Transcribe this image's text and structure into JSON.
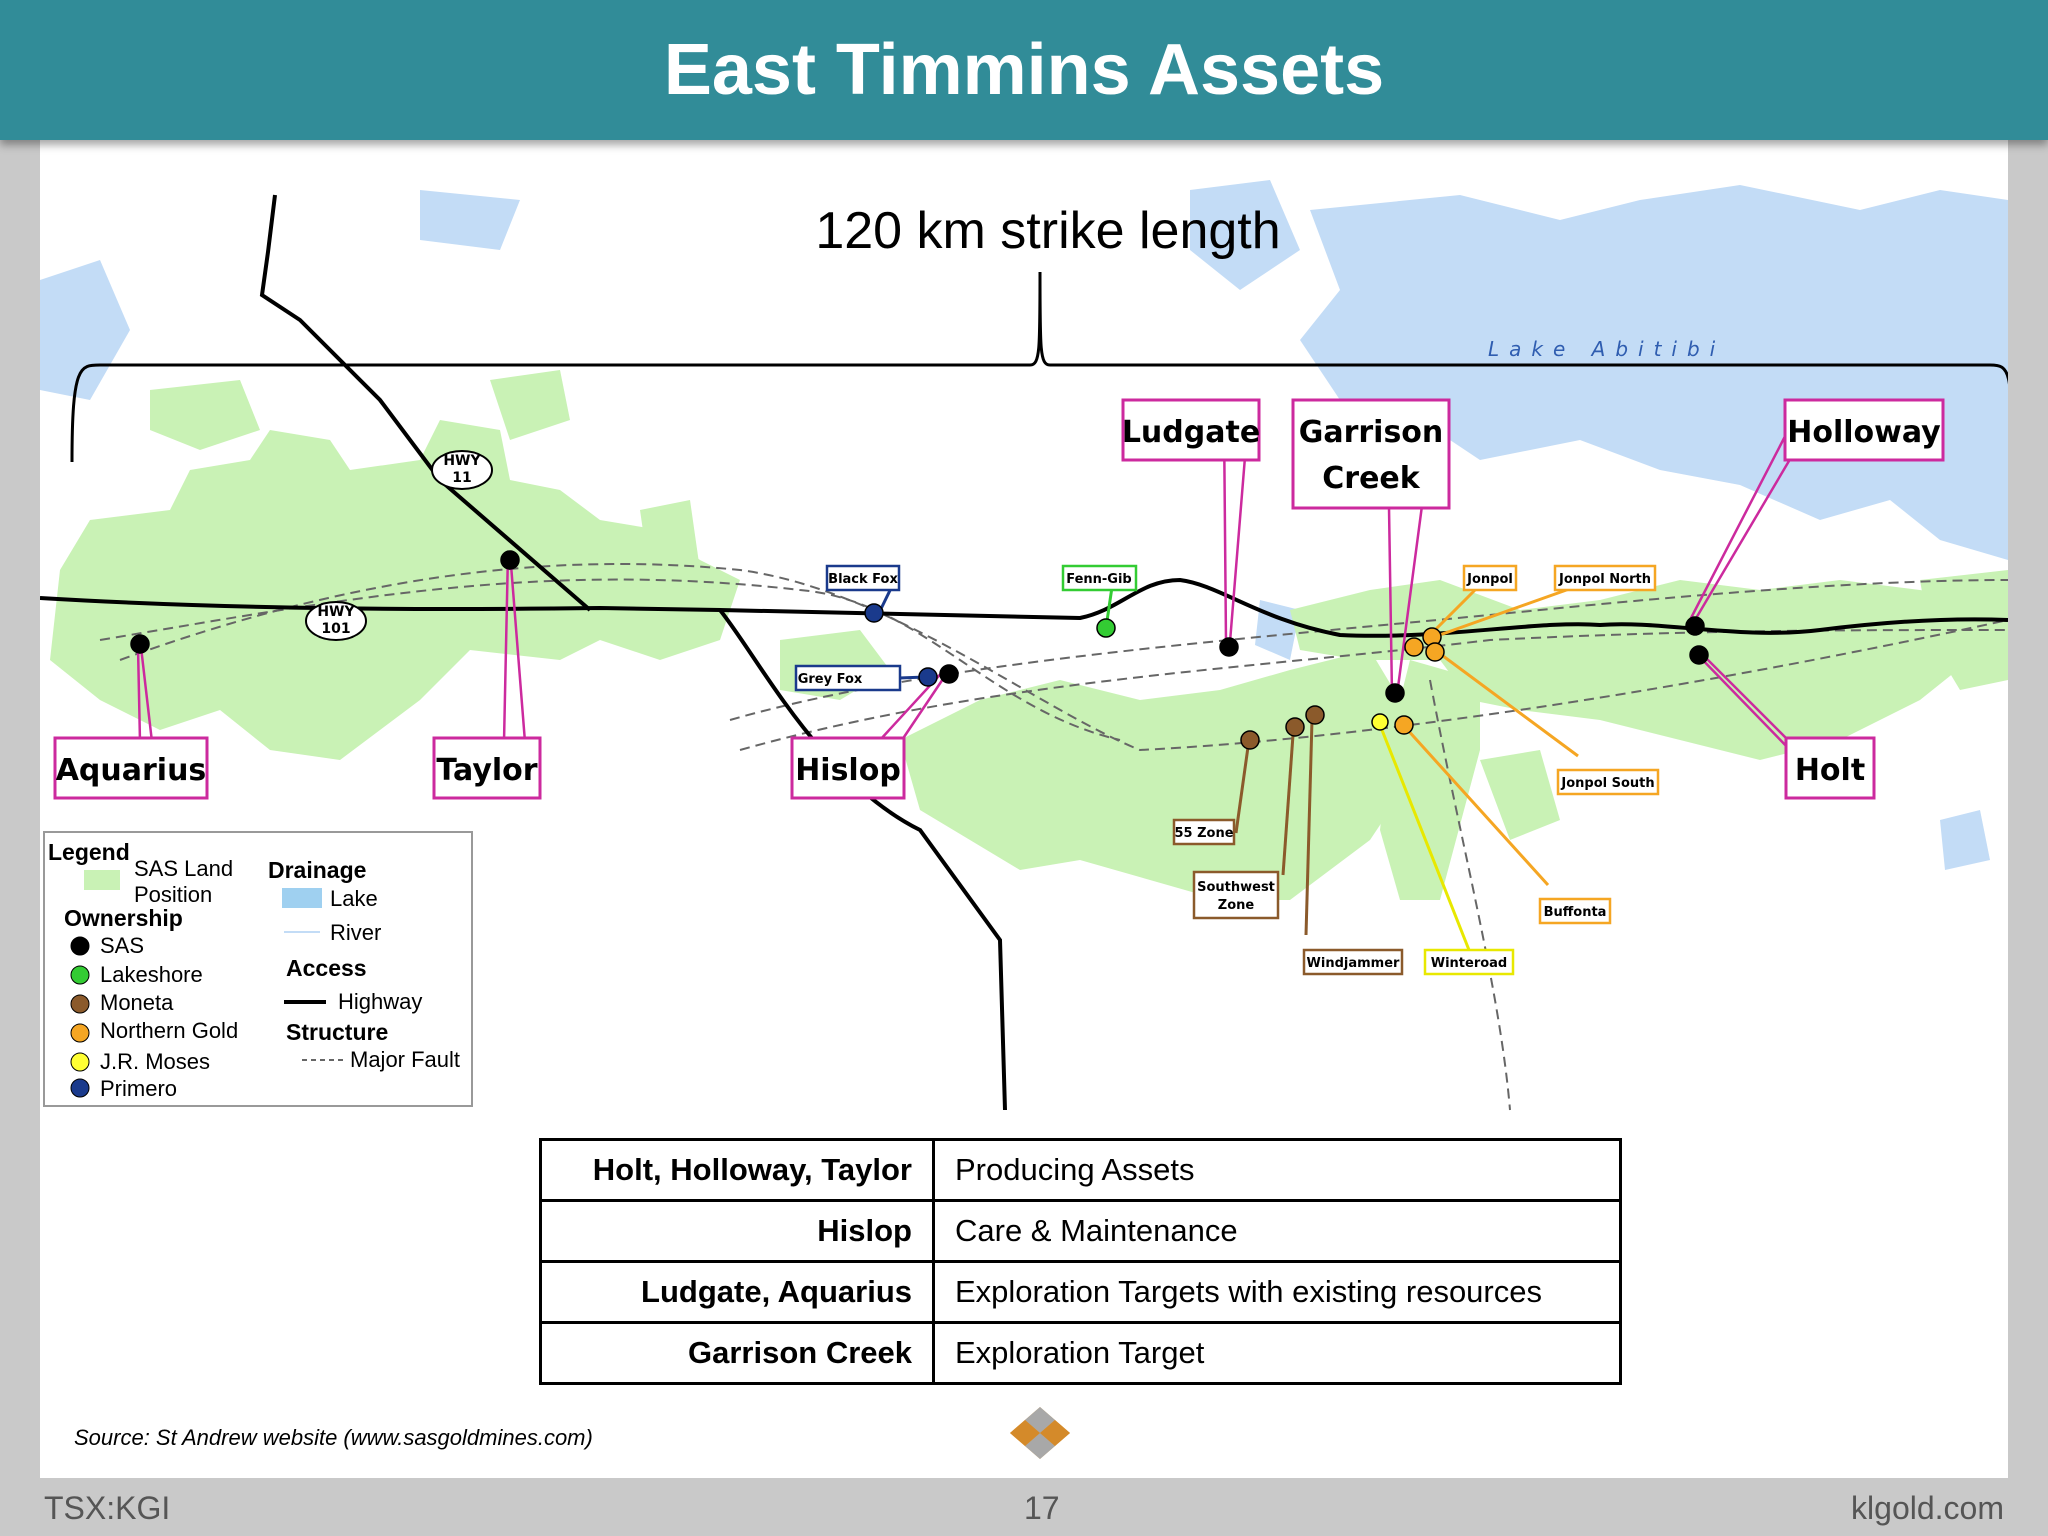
{
  "slide": {
    "title": "East Timmins Assets",
    "strike_label": "120 km strike length",
    "lake_label": "Lake Abitibi",
    "highways": [
      "HWY 11",
      "HWY 101"
    ],
    "main_labels": [
      "Aquarius",
      "Taylor",
      "Hislop",
      "Ludgate",
      "Garrison Creek",
      "Holloway",
      "Holt"
    ],
    "small_labels": [
      "Black Fox",
      "Fenn-Gib",
      "Grey Fox",
      "Jonpol",
      "Jonpol North",
      "Jonpol South",
      "Buffonta",
      "55 Zone",
      "Southwest Zone",
      "Windjammer",
      "Winteroad"
    ],
    "legend": {
      "title": "Legend",
      "sas_land": "SAS Land Position",
      "ownership_title": "Ownership",
      "ownership": [
        {
          "label": "SAS",
          "color": "#000000"
        },
        {
          "label": "Lakeshore",
          "color": "#33cc33"
        },
        {
          "label": "Moneta",
          "color": "#8b5a2b"
        },
        {
          "label": "Northern Gold",
          "color": "#f5a623"
        },
        {
          "label": "J.R. Moses",
          "color": "#ffff33"
        },
        {
          "label": "Primero",
          "color": "#1a3a8c"
        }
      ],
      "drainage_title": "Drainage",
      "lake": "Lake",
      "river": "River",
      "access_title": "Access",
      "highway": "Highway",
      "structure_title": "Structure",
      "fault": "Major Fault"
    },
    "table": [
      {
        "name": "Holt, Holloway, Taylor",
        "status": "Producing Assets"
      },
      {
        "name": "Hislop",
        "status": "Care & Maintenance"
      },
      {
        "name": "Ludgate, Aquarius",
        "status": "Exploration Targets with existing resources"
      },
      {
        "name": "Garrison Creek",
        "status": "Exploration Target"
      }
    ],
    "source": "Source: St Andrew website (www.sasgoldmines.com)"
  },
  "footer": {
    "ticker": "TSX:KGI",
    "page": "17",
    "site": "klgold.com"
  },
  "colors": {
    "header": "#318c98",
    "land": "#c9f2b5",
    "water": "#c3dcf6",
    "callout": "#cc2a9e",
    "moneta": "#8b5a2b",
    "northern_gold": "#f5a623",
    "jr_moses": "#e8e800",
    "primero": "#1a3a8c",
    "lakeshore": "#33cc33"
  }
}
